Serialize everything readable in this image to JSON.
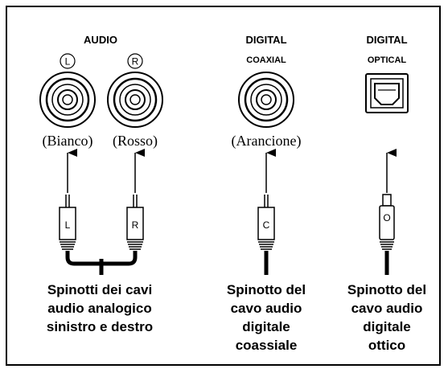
{
  "sections": {
    "analog": {
      "heading": "AUDIO",
      "left_marker": "L",
      "right_marker": "R",
      "left_color": "(Bianco)",
      "right_color": "(Rosso)",
      "left_plug": "L",
      "right_plug": "R",
      "caption": [
        "Spinotti dei cavi",
        "audio analogico",
        "sinistro e destro"
      ]
    },
    "coaxial": {
      "heading": "DIGITAL",
      "subheading": "COAXIAL",
      "color": "(Arancione)",
      "plug": "C",
      "caption": [
        "Spinotto del",
        "cavo audio",
        "digitale",
        "coassiale"
      ]
    },
    "optical": {
      "heading": "DIGITAL",
      "subheading": "OPTICAL",
      "plug": "O",
      "caption": [
        "Spinotto del",
        "cavo audio",
        "digitale",
        "ottico"
      ]
    }
  }
}
